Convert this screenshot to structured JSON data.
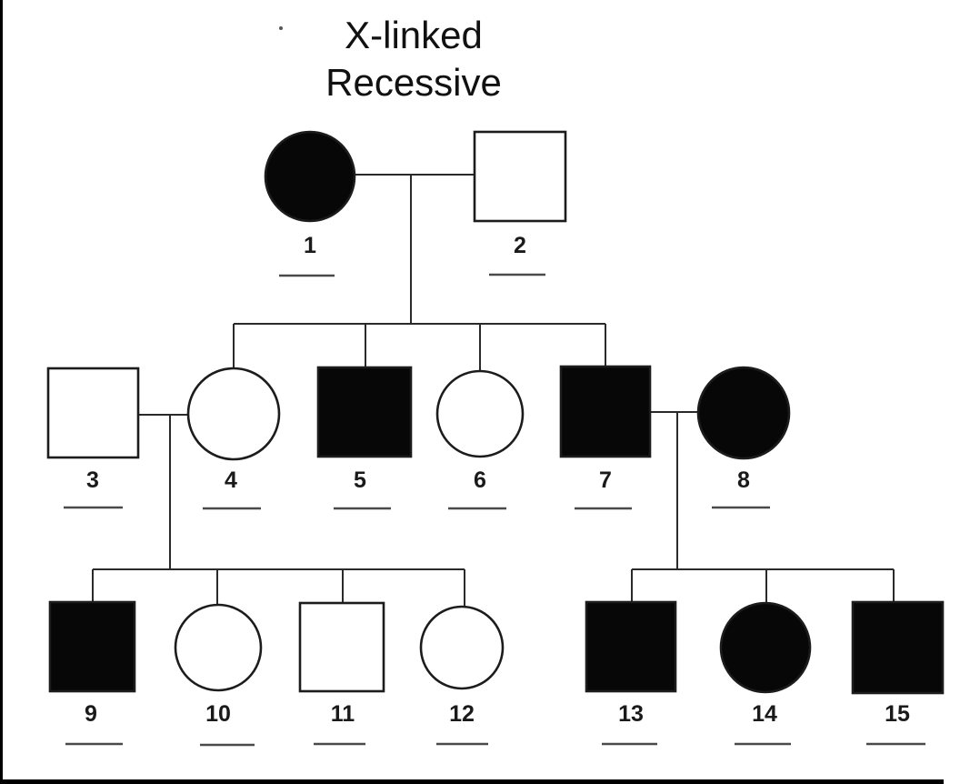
{
  "diagram": {
    "type": "pedigree-chart",
    "title_line1": "X-linked",
    "title_line2": "Recessive",
    "generations": 3,
    "legend_note": "filled = affected, circle = female, square = male, blank underline = genotype answer space"
  },
  "members": [
    {
      "label": "1",
      "sex": "female",
      "affected": true,
      "generation": 1
    },
    {
      "label": "2",
      "sex": "male",
      "affected": false,
      "generation": 1
    },
    {
      "label": "3",
      "sex": "male",
      "affected": false,
      "generation": 2
    },
    {
      "label": "4",
      "sex": "female",
      "affected": false,
      "generation": 2
    },
    {
      "label": "5",
      "sex": "male",
      "affected": true,
      "generation": 2
    },
    {
      "label": "6",
      "sex": "female",
      "affected": false,
      "generation": 2
    },
    {
      "label": "7",
      "sex": "male",
      "affected": true,
      "generation": 2
    },
    {
      "label": "8",
      "sex": "female",
      "affected": true,
      "generation": 2
    },
    {
      "label": "9",
      "sex": "male",
      "affected": true,
      "generation": 3
    },
    {
      "label": "10",
      "sex": "female",
      "affected": false,
      "generation": 3
    },
    {
      "label": "11",
      "sex": "male",
      "affected": false,
      "generation": 3
    },
    {
      "label": "12",
      "sex": "female",
      "affected": false,
      "generation": 3
    },
    {
      "label": "13",
      "sex": "male",
      "affected": true,
      "generation": 3
    },
    {
      "label": "14",
      "sex": "female",
      "affected": true,
      "generation": 3
    },
    {
      "label": "15",
      "sex": "male",
      "affected": true,
      "generation": 3
    }
  ],
  "couples": [
    {
      "partners": [
        "1",
        "2"
      ],
      "children": [
        "4",
        "5",
        "6",
        "7"
      ]
    },
    {
      "partners": [
        "3",
        "4"
      ],
      "children": [
        "9",
        "10",
        "11",
        "12"
      ]
    },
    {
      "partners": [
        "7",
        "8"
      ],
      "children": [
        "13",
        "14",
        "15"
      ]
    }
  ],
  "answer_blanks": {
    "count": 15,
    "value": ""
  },
  "colors": {
    "affected_fill": "#070707",
    "line": "#2a2a2a",
    "blank_line": "#4a4a4a",
    "background": "#ffffff",
    "border": "#000000"
  }
}
